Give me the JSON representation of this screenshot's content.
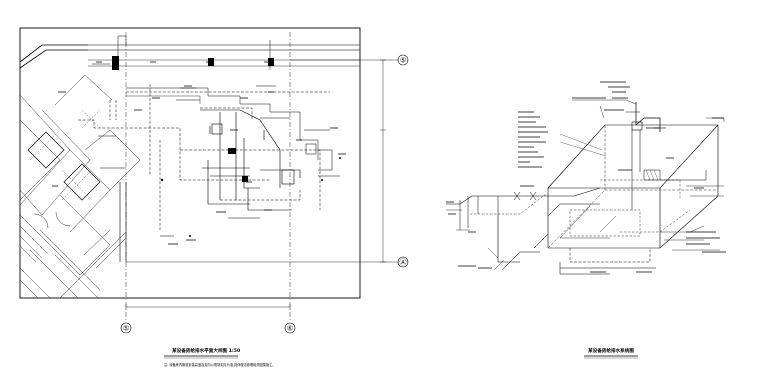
{
  "plan": {
    "axis_bubbles": [
      "⑤",
      "⑥",
      "⑤",
      "Ⓐ"
    ],
    "title": "某设备房给排水平面大样图  1:50",
    "note": "注: 设备房内管道安装高度及走向以现场实际为准,具体做法参照相关图集施工。"
  },
  "isometric": {
    "title": "某设备房给排水系统图"
  }
}
